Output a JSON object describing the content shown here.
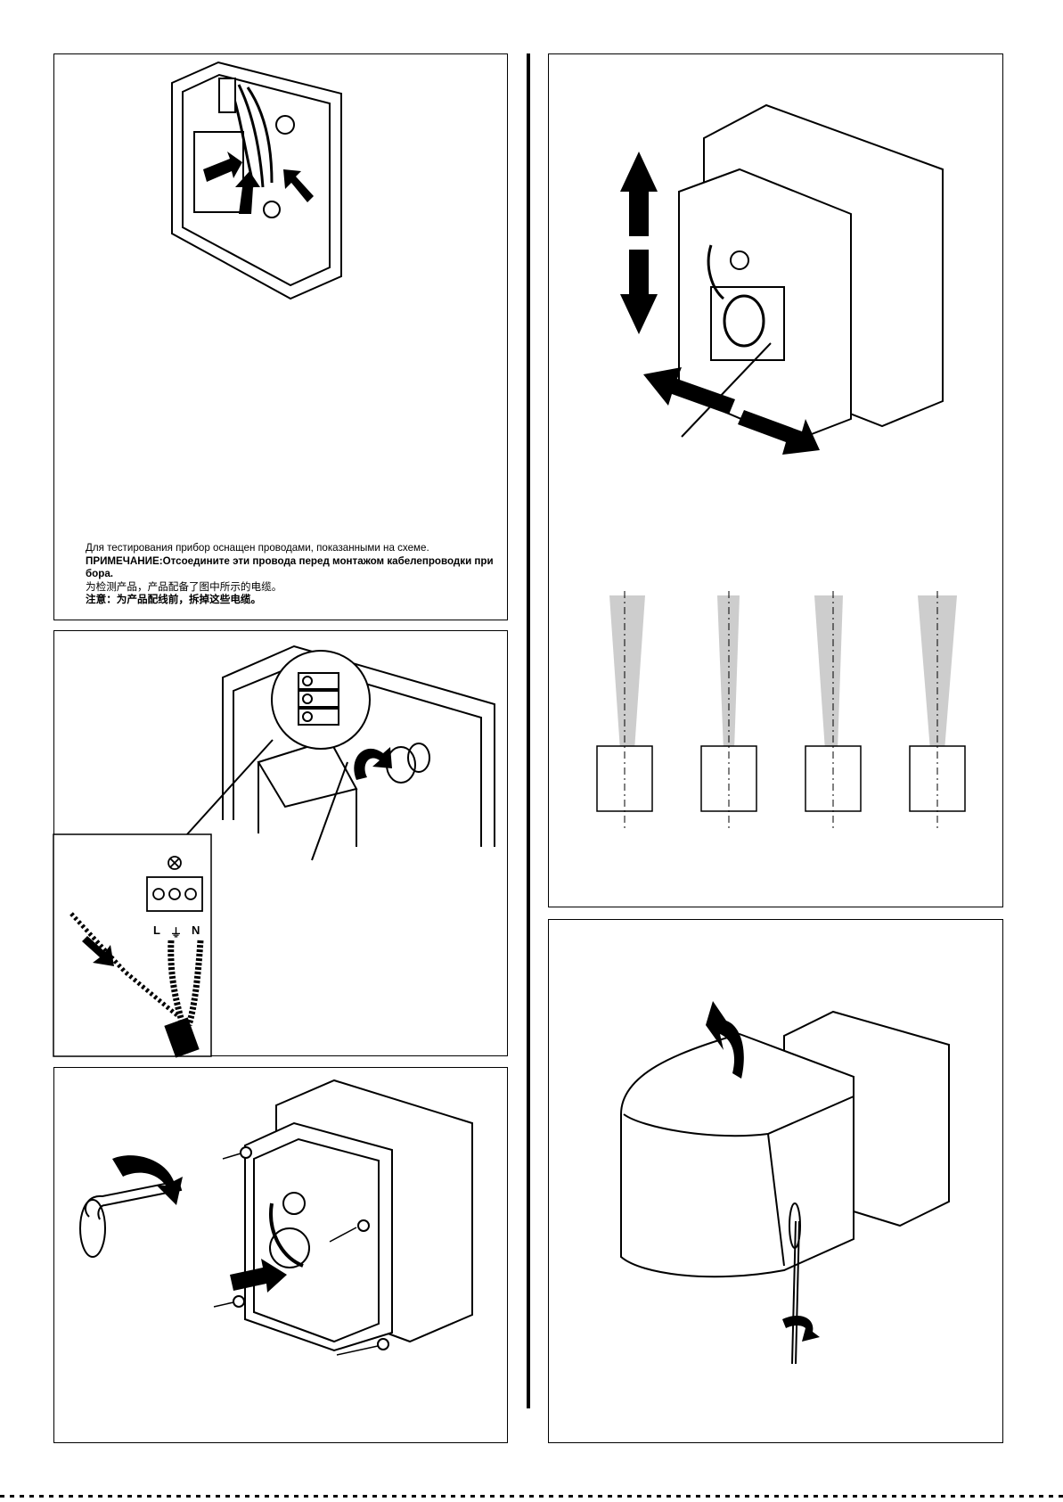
{
  "panel1": {
    "note": {
      "line1": "Для тестирования прибор оснащен проводами, показанными на схеме.",
      "line2": "ПРИМЕЧАНИЕ:Отсоедините эти провода перед монтажом кабелепроводки при",
      "line3": "бора.",
      "line4": "为检测产品，产品配备了图中所示的电缆。",
      "line5": "注意：为产品配线前，拆掉这些电缆。"
    }
  },
  "panel2": {
    "terminal_labels": {
      "live": "L",
      "earth": "⏚",
      "neutral": "N"
    }
  },
  "colors": {
    "ink": "#000000",
    "paper": "#ffffff",
    "spray": "#bdbdbd"
  }
}
